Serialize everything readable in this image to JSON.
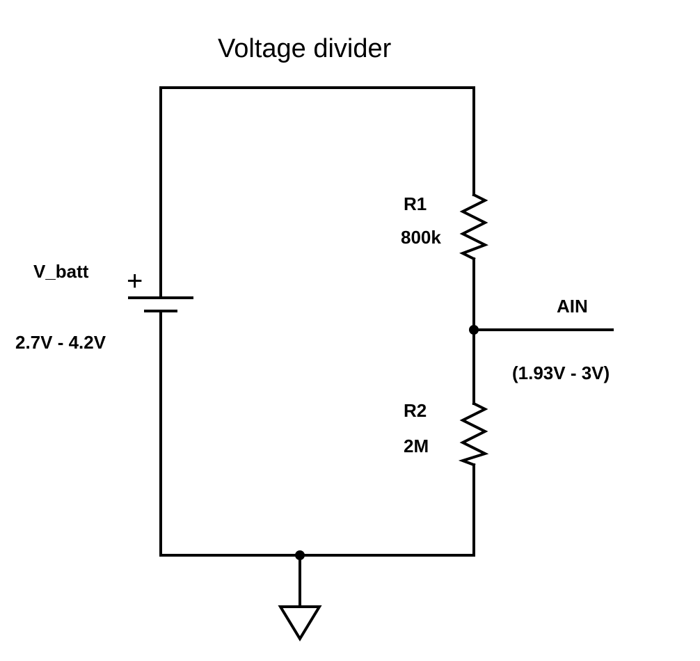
{
  "title": "Voltage divider",
  "source": {
    "name": "V_batt",
    "range": "2.7V - 4.2V",
    "polarity": "+"
  },
  "r1": {
    "name": "R1",
    "value": "800k"
  },
  "r2": {
    "name": "R2",
    "value": "2M"
  },
  "output": {
    "name": "AIN",
    "range": "(1.93V - 3V)"
  },
  "colors": {
    "stroke": "#000000",
    "background": "#ffffff"
  }
}
